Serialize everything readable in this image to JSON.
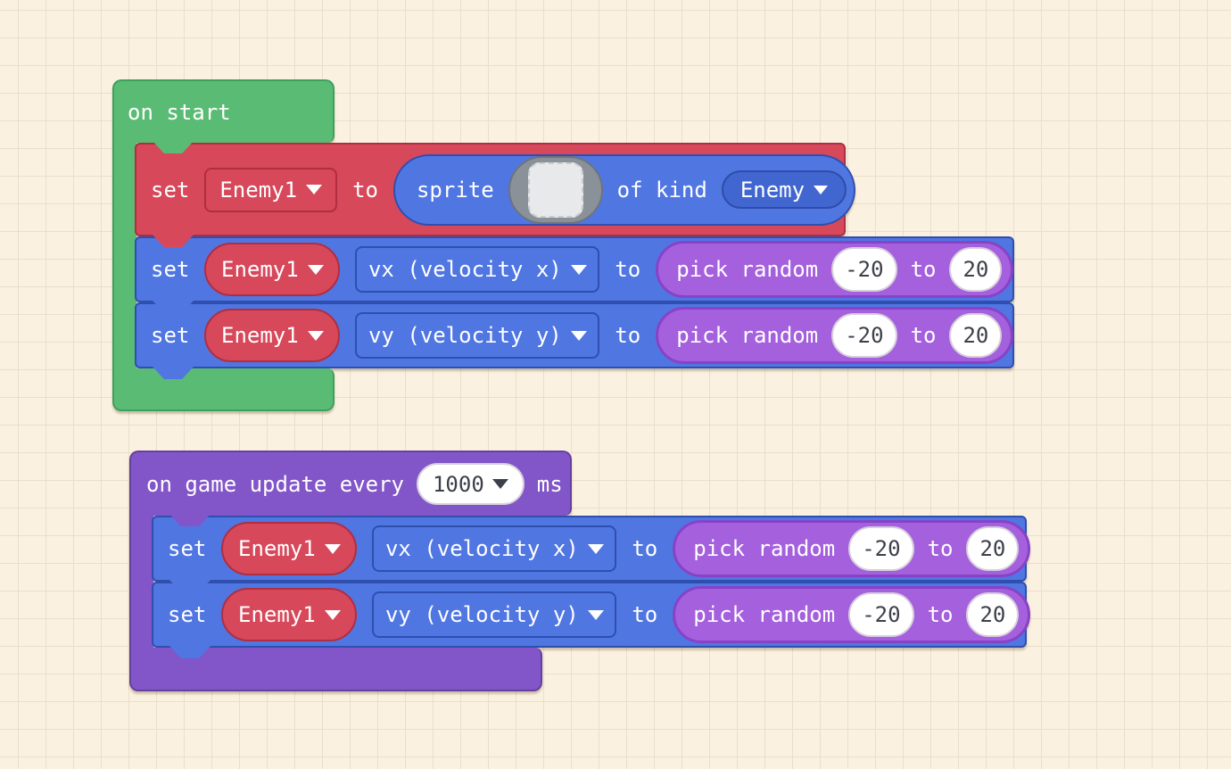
{
  "colors": {
    "loops_green": "#5abc74",
    "variables_red": "#d6485a",
    "sprites_blue": "#5076e2",
    "math_purple": "#a560dd",
    "game_purple": "#8255c8",
    "kind_pill_blue": "#4166d0",
    "number_field_bg": "#ffffff",
    "number_text": "#3d4049",
    "background": "#fbf1e0",
    "grid_line": "#eadfc9"
  },
  "on_start": {
    "event_label": "on start",
    "set_sprite": {
      "set": "set",
      "variable": "Enemy1",
      "to": "to",
      "sprite": "sprite",
      "of_kind": "of kind",
      "kind": "Enemy"
    },
    "set_vx": {
      "set": "set",
      "variable": "Enemy1",
      "property": "vx (velocity x)",
      "to": "to",
      "pick": "pick random",
      "min": "-20",
      "range_to": "to",
      "max": "20"
    },
    "set_vy": {
      "set": "set",
      "variable": "Enemy1",
      "property": "vy (velocity y)",
      "to": "to",
      "pick": "pick random",
      "min": "-20",
      "range_to": "to",
      "max": "20"
    }
  },
  "on_game_update": {
    "event_label": "on game update every",
    "interval": "1000",
    "unit": "ms",
    "set_vx": {
      "set": "set",
      "variable": "Enemy1",
      "property": "vx (velocity x)",
      "to": "to",
      "pick": "pick random",
      "min": "-20",
      "range_to": "to",
      "max": "20"
    },
    "set_vy": {
      "set": "set",
      "variable": "Enemy1",
      "property": "vy (velocity y)",
      "to": "to",
      "pick": "pick random",
      "min": "-20",
      "range_to": "to",
      "max": "20"
    }
  }
}
